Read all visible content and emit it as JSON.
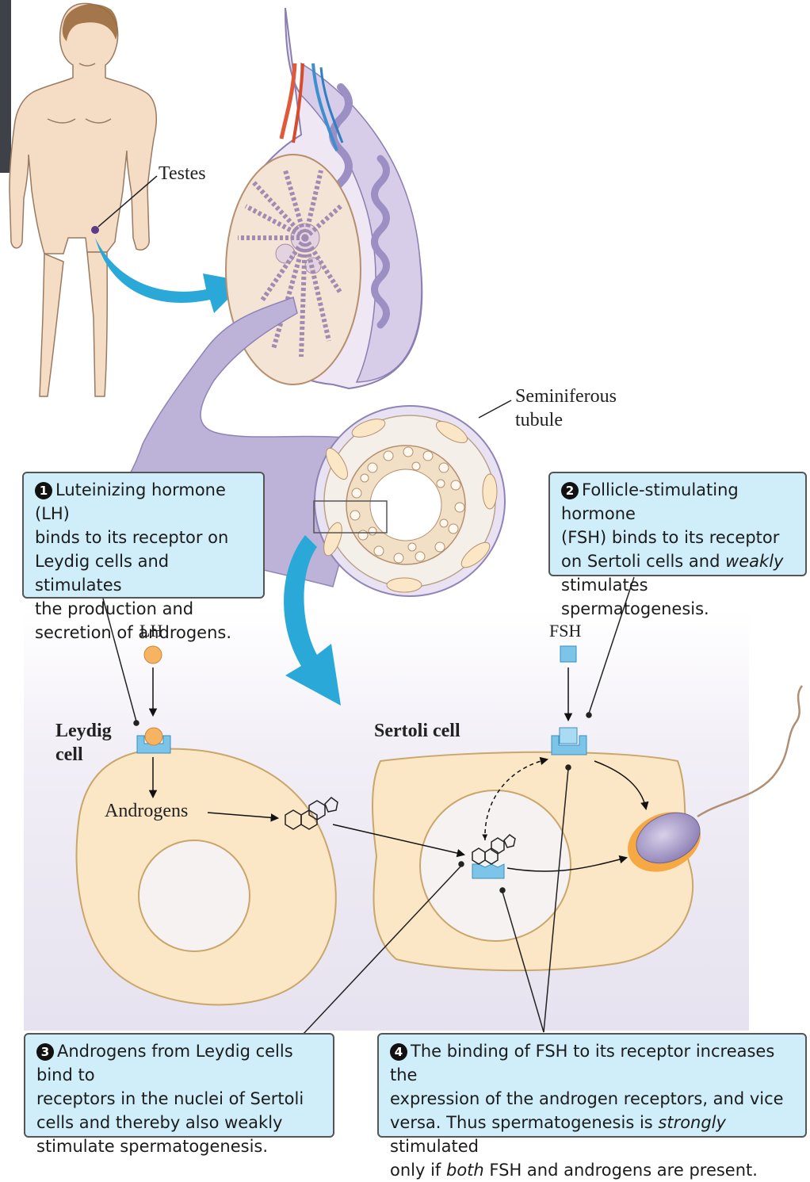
{
  "labels": {
    "testes": "Testes",
    "seminiferous_line1": "Seminiferous",
    "seminiferous_line2": "tubule",
    "lh": "LH",
    "fsh": "FSH",
    "leydig_line1": "Leydig",
    "leydig_line2": "cell",
    "sertoli": "Sertoli cell",
    "androgens": "Androgens"
  },
  "callouts": [
    {
      "number": "1",
      "lines": [
        "Luteinizing hormone (LH)",
        "binds to its receptor on",
        "Leydig cells and stimulates",
        "the production and",
        "secretion of androgens."
      ]
    },
    {
      "number": "2",
      "line1": "Follicle-stimulating hormone",
      "line2": "(FSH) binds to its receptor",
      "line3_pre": "on Sertoli cells and ",
      "line3_em": "weakly",
      "line4": "stimulates spermatogenesis."
    },
    {
      "number": "3",
      "lines": [
        "Androgens from Leydig cells bind to",
        "receptors in the nuclei of Sertoli",
        "cells and thereby also weakly",
        "stimulate spermatogenesis."
      ]
    },
    {
      "number": "4",
      "line1": "The binding of FSH to its receptor increases the",
      "line2": "expression of the androgen receptors, and vice",
      "line3_pre": "versa. Thus spermatogenesis is ",
      "line3_em": "strongly",
      "line3_post": " stimulated",
      "line4_pre": "only if ",
      "line4_em": "both",
      "line4_post": " FSH and androgens are present."
    }
  ],
  "colors": {
    "callout_fill": "#cfeef9",
    "cell_fill": "#fbe6c6",
    "cell_outline": "#c9a66a",
    "nucleus_fill": "#f6f2f2",
    "tubule_fill": "#bdb3d9",
    "arrow_blue": "#2aa8d8",
    "lh_hormone": "#f6b463",
    "receptor_blue": "#7cc4e8"
  },
  "icons": [
    "human-figure-icon",
    "testis-cross-section-icon",
    "sperm-icon",
    "androgen-molecule-icon",
    "receptor-icon"
  ]
}
